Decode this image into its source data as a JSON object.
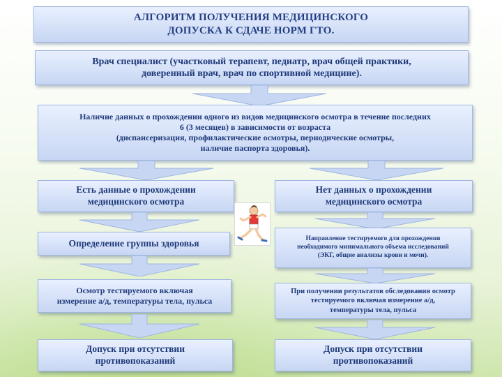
{
  "title": {
    "line1": "АЛГОРИТМ ПОЛУЧЕНИЯ МЕДИЦИНСКОГО",
    "line2": "ДОПУСКА К СДАЧЕ НОРМ ГТО."
  },
  "doctor": {
    "line1": "Врач специалист (участковый терапевт, педиатр, врач общей практики,",
    "line2": "доверенный врач, врач по спортивной медицине)."
  },
  "exam_data": {
    "line1": "Наличие данных о прохождении одного из видов медицинского осмотра в течение последних",
    "line2": "6 (3 месяцев) в зависимости от возраста",
    "line3": "(диспансеризация, профилактические осмотры, периодические осмотры,",
    "line4": "наличие паспорта здоровья)."
  },
  "left_branch": {
    "has_data": {
      "line1": "Есть данные о прохождении",
      "line2": "медицинского осмотра"
    },
    "health_group": "Определение группы здоровья",
    "checkup": {
      "line1": "Осмотр тестируемого включая",
      "line2": "измерение а/д, температуры тела, пульса"
    },
    "admission": {
      "line1": "Допуск при отсутствии",
      "line2": "противопоказаний"
    }
  },
  "right_branch": {
    "no_data": {
      "line1": "Нет данных о прохождении",
      "line2": "медицинского осмотра"
    },
    "referral": {
      "line1": "Направление тестируемого для прохождения",
      "line2": "необходимого минимального объема исследований",
      "line3": "(ЭКГ, общие анализы крови и мочи)."
    },
    "checkup": {
      "line1": "При получении результатов обследования осмотр",
      "line2": "тестируемого включая измерение а/д,",
      "line3": "температуры тела, пульса"
    },
    "admission": {
      "line1": "Допуск  при отсутствии",
      "line2": "противопоказаний"
    }
  },
  "icon": "runner-icon",
  "colors": {
    "box_top": "#e9f0ff",
    "box_bottom": "#c7d6f3",
    "text": "#1f3a7a",
    "arrow": "#c7d6f3"
  }
}
